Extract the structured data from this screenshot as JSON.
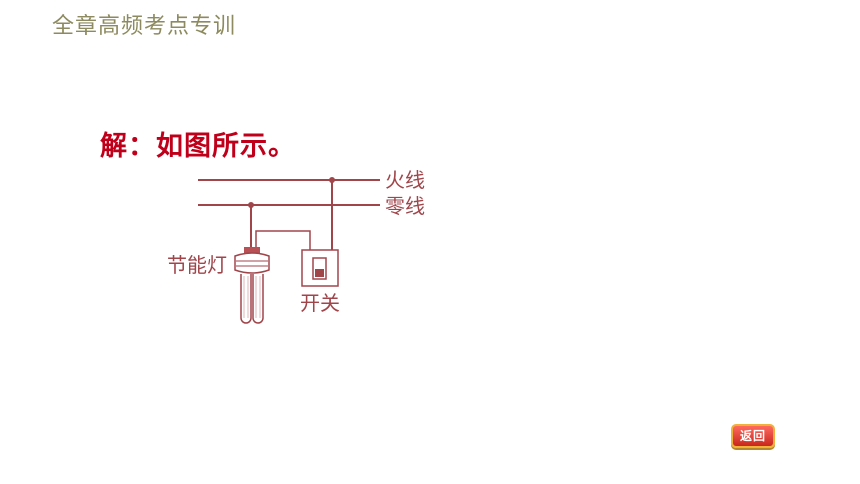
{
  "header": {
    "title": "全章高频考点专训"
  },
  "answer": {
    "text": "解：如图所示。"
  },
  "diagram": {
    "live_wire_label": "火线",
    "neutral_wire_label": "零线",
    "lamp_label": "节能灯",
    "switch_label": "开关",
    "line_color": "#a0464b",
    "label_color": "#a0464b"
  },
  "nav": {
    "back_label": "返回"
  }
}
